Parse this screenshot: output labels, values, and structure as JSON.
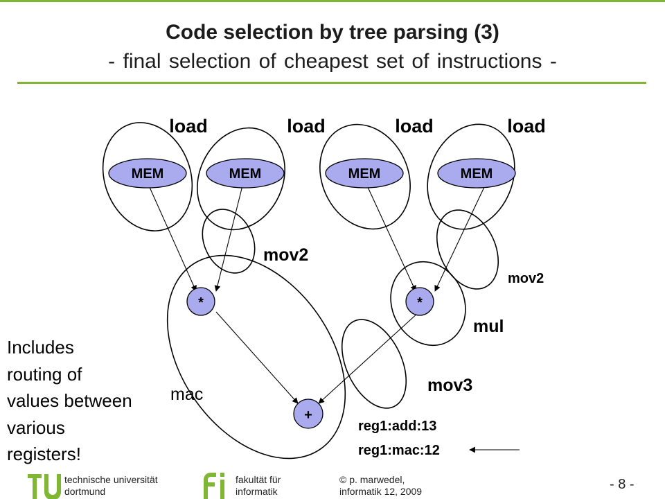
{
  "slide": {
    "title": "Code selection by tree parsing (3)",
    "subtitle": "- final selection of cheapest set of instructions -"
  },
  "diagram": {
    "load_labels": [
      "load",
      "load",
      "load",
      "load"
    ],
    "mem_nodes": [
      "MEM",
      "MEM",
      "MEM",
      "MEM"
    ],
    "mul_nodes": [
      "*",
      "*"
    ],
    "add_node": "+",
    "labels": {
      "mov2_left": "mov2",
      "mov2_right": "mov2",
      "mul": "mul",
      "mov3": "mov3",
      "mac": "mac"
    },
    "costs": [
      "reg1:add:13",
      "reg1:mac:12"
    ]
  },
  "note": [
    "Includes",
    "routing of",
    "values between",
    "various",
    "registers!"
  ],
  "footer": {
    "university": [
      "technische universität",
      "dortmund"
    ],
    "faculty": [
      "fakultät für",
      "informatik"
    ],
    "copyright": [
      "© p. marwedel,",
      "informatik 12,  2009"
    ],
    "page": "- 8 -"
  },
  "colors": {
    "accent": "#7fb734",
    "node_fill": "#aaaaee"
  }
}
